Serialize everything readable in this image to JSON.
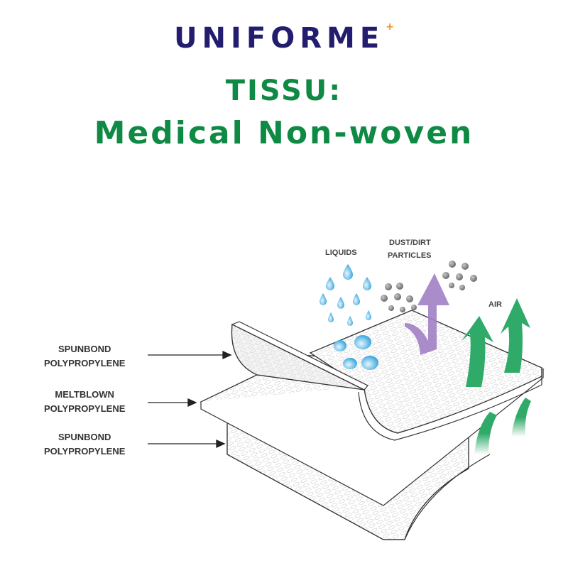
{
  "brand": {
    "name": "UNIFORME",
    "mark": "+"
  },
  "title": {
    "line1": "TISSU:",
    "line2": "Medical Non-woven"
  },
  "layers": [
    {
      "line1": "SPUNBOND",
      "line2": "POLYPROPYLENE"
    },
    {
      "line1": "MELTBLOWN",
      "line2": "POLYPROPYLENE"
    },
    {
      "line1": "SPUNBOND",
      "line2": "POLYPROPYLENE"
    }
  ],
  "annotations": {
    "liquids": "LIQUIDS",
    "dust_line1": "DUST/DIRT",
    "dust_line2": "PARTICLES",
    "air": "AIR"
  },
  "colors": {
    "brand": "#221d6e",
    "title": "#0f8a45",
    "liquid": "#1e9ad6",
    "dust": "#808080",
    "dust_arrow": "#a27fc4",
    "air": "#2faa68"
  }
}
